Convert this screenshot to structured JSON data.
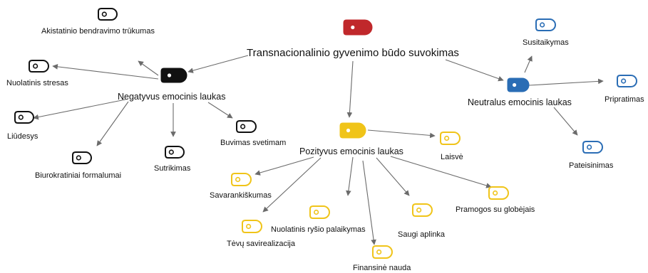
{
  "colors": {
    "root": "#c0282b",
    "negative": "#111111",
    "positive": "#f0c419",
    "neutral": "#2a6db5",
    "edge": "#6b6b6b"
  },
  "root": {
    "label": "Transnacionalinio gyvenimo būdo suvokimas",
    "icon": "tag-icon"
  },
  "negative": {
    "label": "Negatyvus emocinis laukas",
    "icon": "tag-icon",
    "items": [
      {
        "label": "Akistatinio bendravimo trūkumas",
        "icon": "tag-icon"
      },
      {
        "label": "Nuolatinis stresas",
        "icon": "tag-icon"
      },
      {
        "label": "Liūdesys",
        "icon": "tag-icon"
      },
      {
        "label": "Biurokratiniai formalumai",
        "icon": "tag-icon"
      },
      {
        "label": "Sutrikimas",
        "icon": "tag-icon"
      },
      {
        "label": "Buvimas svetimam",
        "icon": "tag-icon"
      }
    ]
  },
  "positive": {
    "label": "Pozityvus emocinis laukas",
    "icon": "tag-icon",
    "items": [
      {
        "label": "Laisvė",
        "icon": "tag-icon"
      },
      {
        "label": "Savarankiškumas",
        "icon": "tag-icon"
      },
      {
        "label": "Tėvų savirealizacija",
        "icon": "tag-icon"
      },
      {
        "label": "Nuolatinis ryšio palaikymas",
        "icon": "tag-icon"
      },
      {
        "label": "Finansinė nauda",
        "icon": "tag-icon"
      },
      {
        "label": "Saugi aplinka",
        "icon": "tag-icon"
      },
      {
        "label": "Pramogos su globėjais",
        "icon": "tag-icon"
      }
    ]
  },
  "neutral": {
    "label": "Neutralus emocinis laukas",
    "icon": "tag-icon",
    "items": [
      {
        "label": "Susitaikymas",
        "icon": "tag-icon"
      },
      {
        "label": "Pripratimas",
        "icon": "tag-icon"
      },
      {
        "label": "Pateisinimas",
        "icon": "tag-icon"
      }
    ]
  }
}
